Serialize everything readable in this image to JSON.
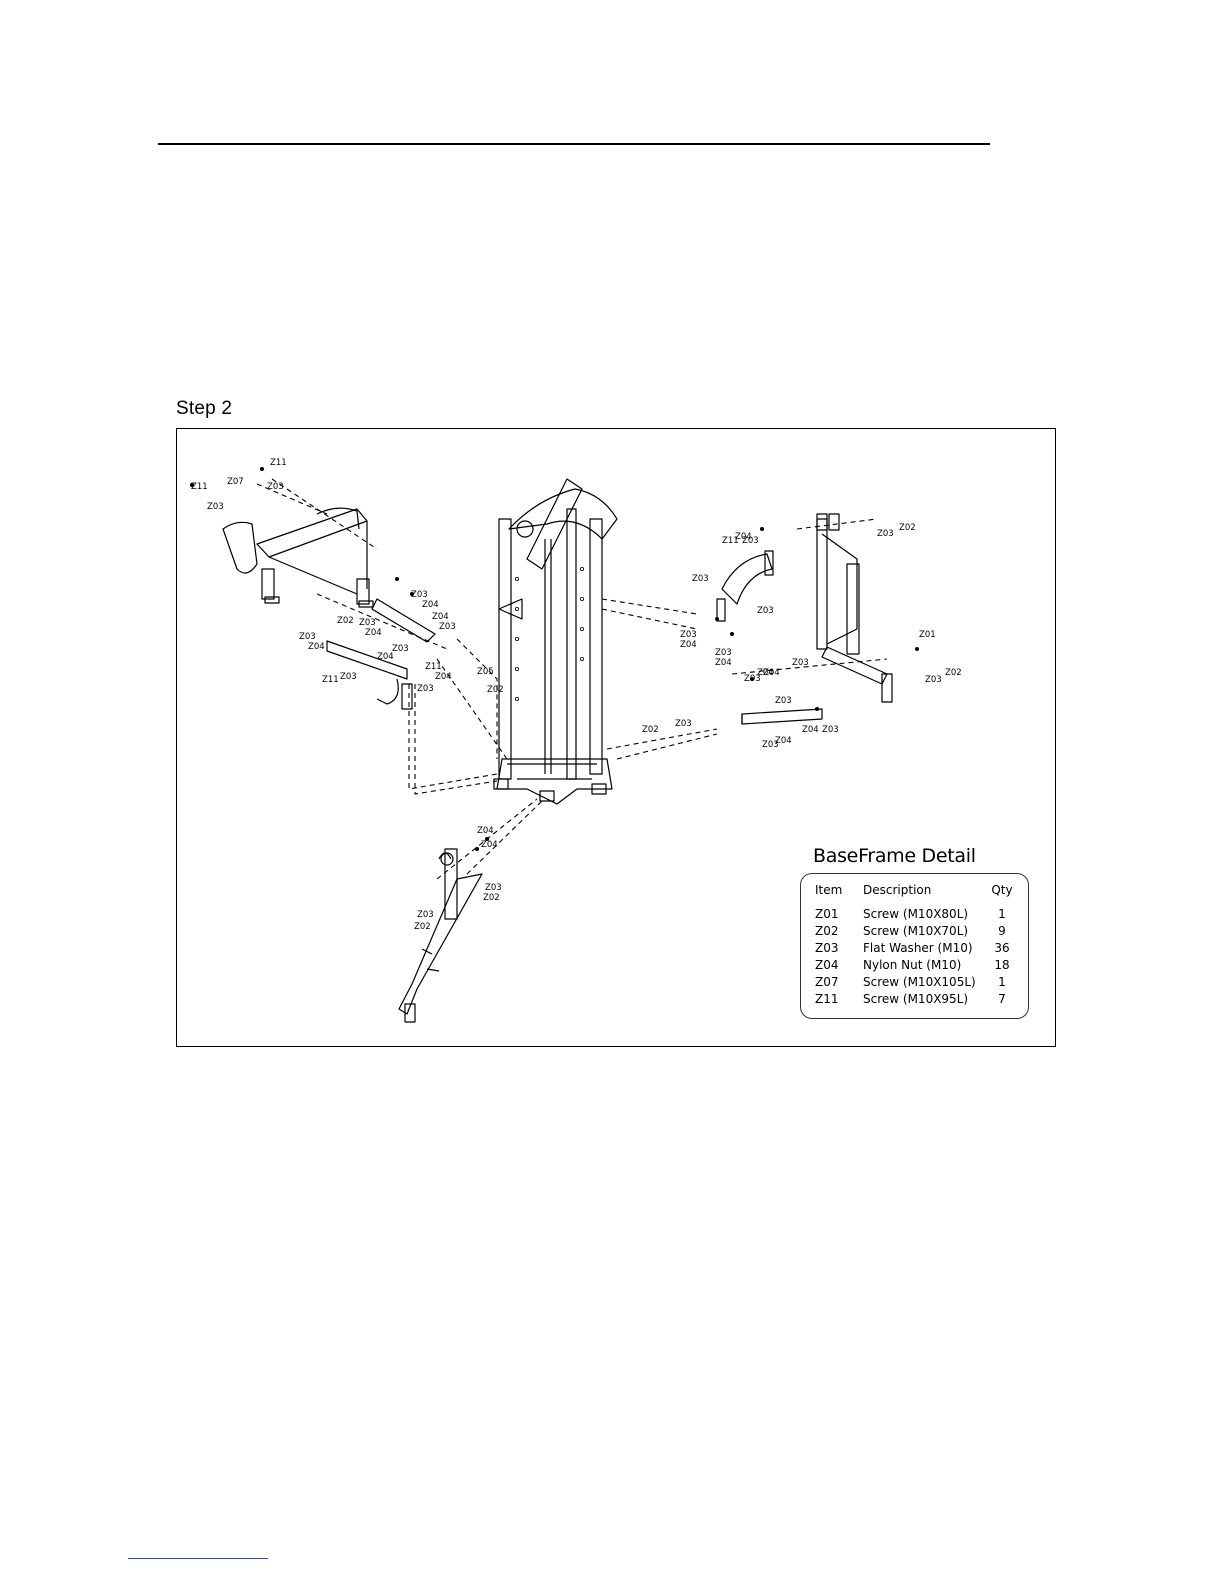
{
  "step_title": "Step 2",
  "table": {
    "title": "BaseFrame Detail",
    "headers": [
      "Item",
      "Description",
      "Qty"
    ],
    "rows": [
      [
        "Z01",
        "Screw  (M10X80L)",
        "1"
      ],
      [
        "Z02",
        "Screw  (M10X70L)",
        "9"
      ],
      [
        "Z03",
        "Flat Washer  (M10)",
        "36"
      ],
      [
        "Z04",
        "Nylon Nut  (M10)",
        "18"
      ],
      [
        "Z07",
        "Screw  (M10X105L)",
        "1"
      ],
      [
        "Z11",
        "Screw  (M10X95L)",
        "7"
      ]
    ]
  },
  "callouts": [
    "Z11",
    "Z07",
    "Z03",
    "Z11",
    "Z03",
    "Z03",
    "Z04",
    "Z04",
    "Z03",
    "Z03",
    "Z04",
    "Z03",
    "Z04",
    "Z11",
    "Z03",
    "Z04",
    "Z03",
    "Z05",
    "Z02",
    "Z11",
    "Z04",
    "Z03",
    "Z03",
    "Z03",
    "Z04",
    "Z03",
    "Z11",
    "Z03",
    "Z04",
    "Z03",
    "Z04",
    "Z02",
    "Z03",
    "Z01",
    "Z02",
    "Z03",
    "Z04",
    "Z03",
    "Z03",
    "Z04",
    "Z03",
    "Z02",
    "Z03",
    "Z04",
    "Z03",
    "Z04",
    "Z04",
    "Z03",
    "Z02",
    "Z03",
    "Z02",
    "Z03",
    "Z04",
    "Z02"
  ]
}
